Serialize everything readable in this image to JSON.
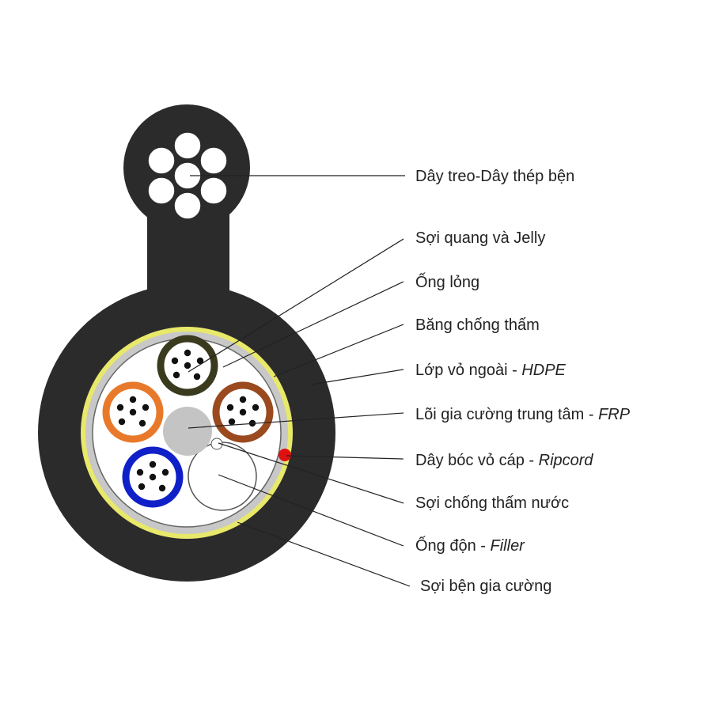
{
  "labels": [
    {
      "text": "Dây treo-Dây thép bện",
      "italic": ""
    },
    {
      "text": "Sợi quang và Jelly",
      "italic": ""
    },
    {
      "text": "Ống lỏng",
      "italic": ""
    },
    {
      "text": "Băng chống thấm",
      "italic": ""
    },
    {
      "text": "Lớp vỏ ngoài - ",
      "italic": "HDPE"
    },
    {
      "text": "Lõi gia cường trung tâm - ",
      "italic": "FRP"
    },
    {
      "text": "Dây bóc vỏ cáp - ",
      "italic": "Ripcord"
    },
    {
      "text": "Sợi chống thấm nước",
      "italic": ""
    },
    {
      "text": "Ống độn - ",
      "italic": "Filler"
    },
    {
      "text": "Sợi bện gia cường",
      "italic": ""
    }
  ],
  "colors": {
    "jacket": "#2b2b2b",
    "tape": "#e8e86a",
    "tube_green": "#3a3a1e",
    "tube_orange": "#e8792a",
    "tube_brown": "#9a4a1e",
    "tube_blue": "#1020c8",
    "frp": "#c4c4c4",
    "ripcord": "#e01010"
  }
}
